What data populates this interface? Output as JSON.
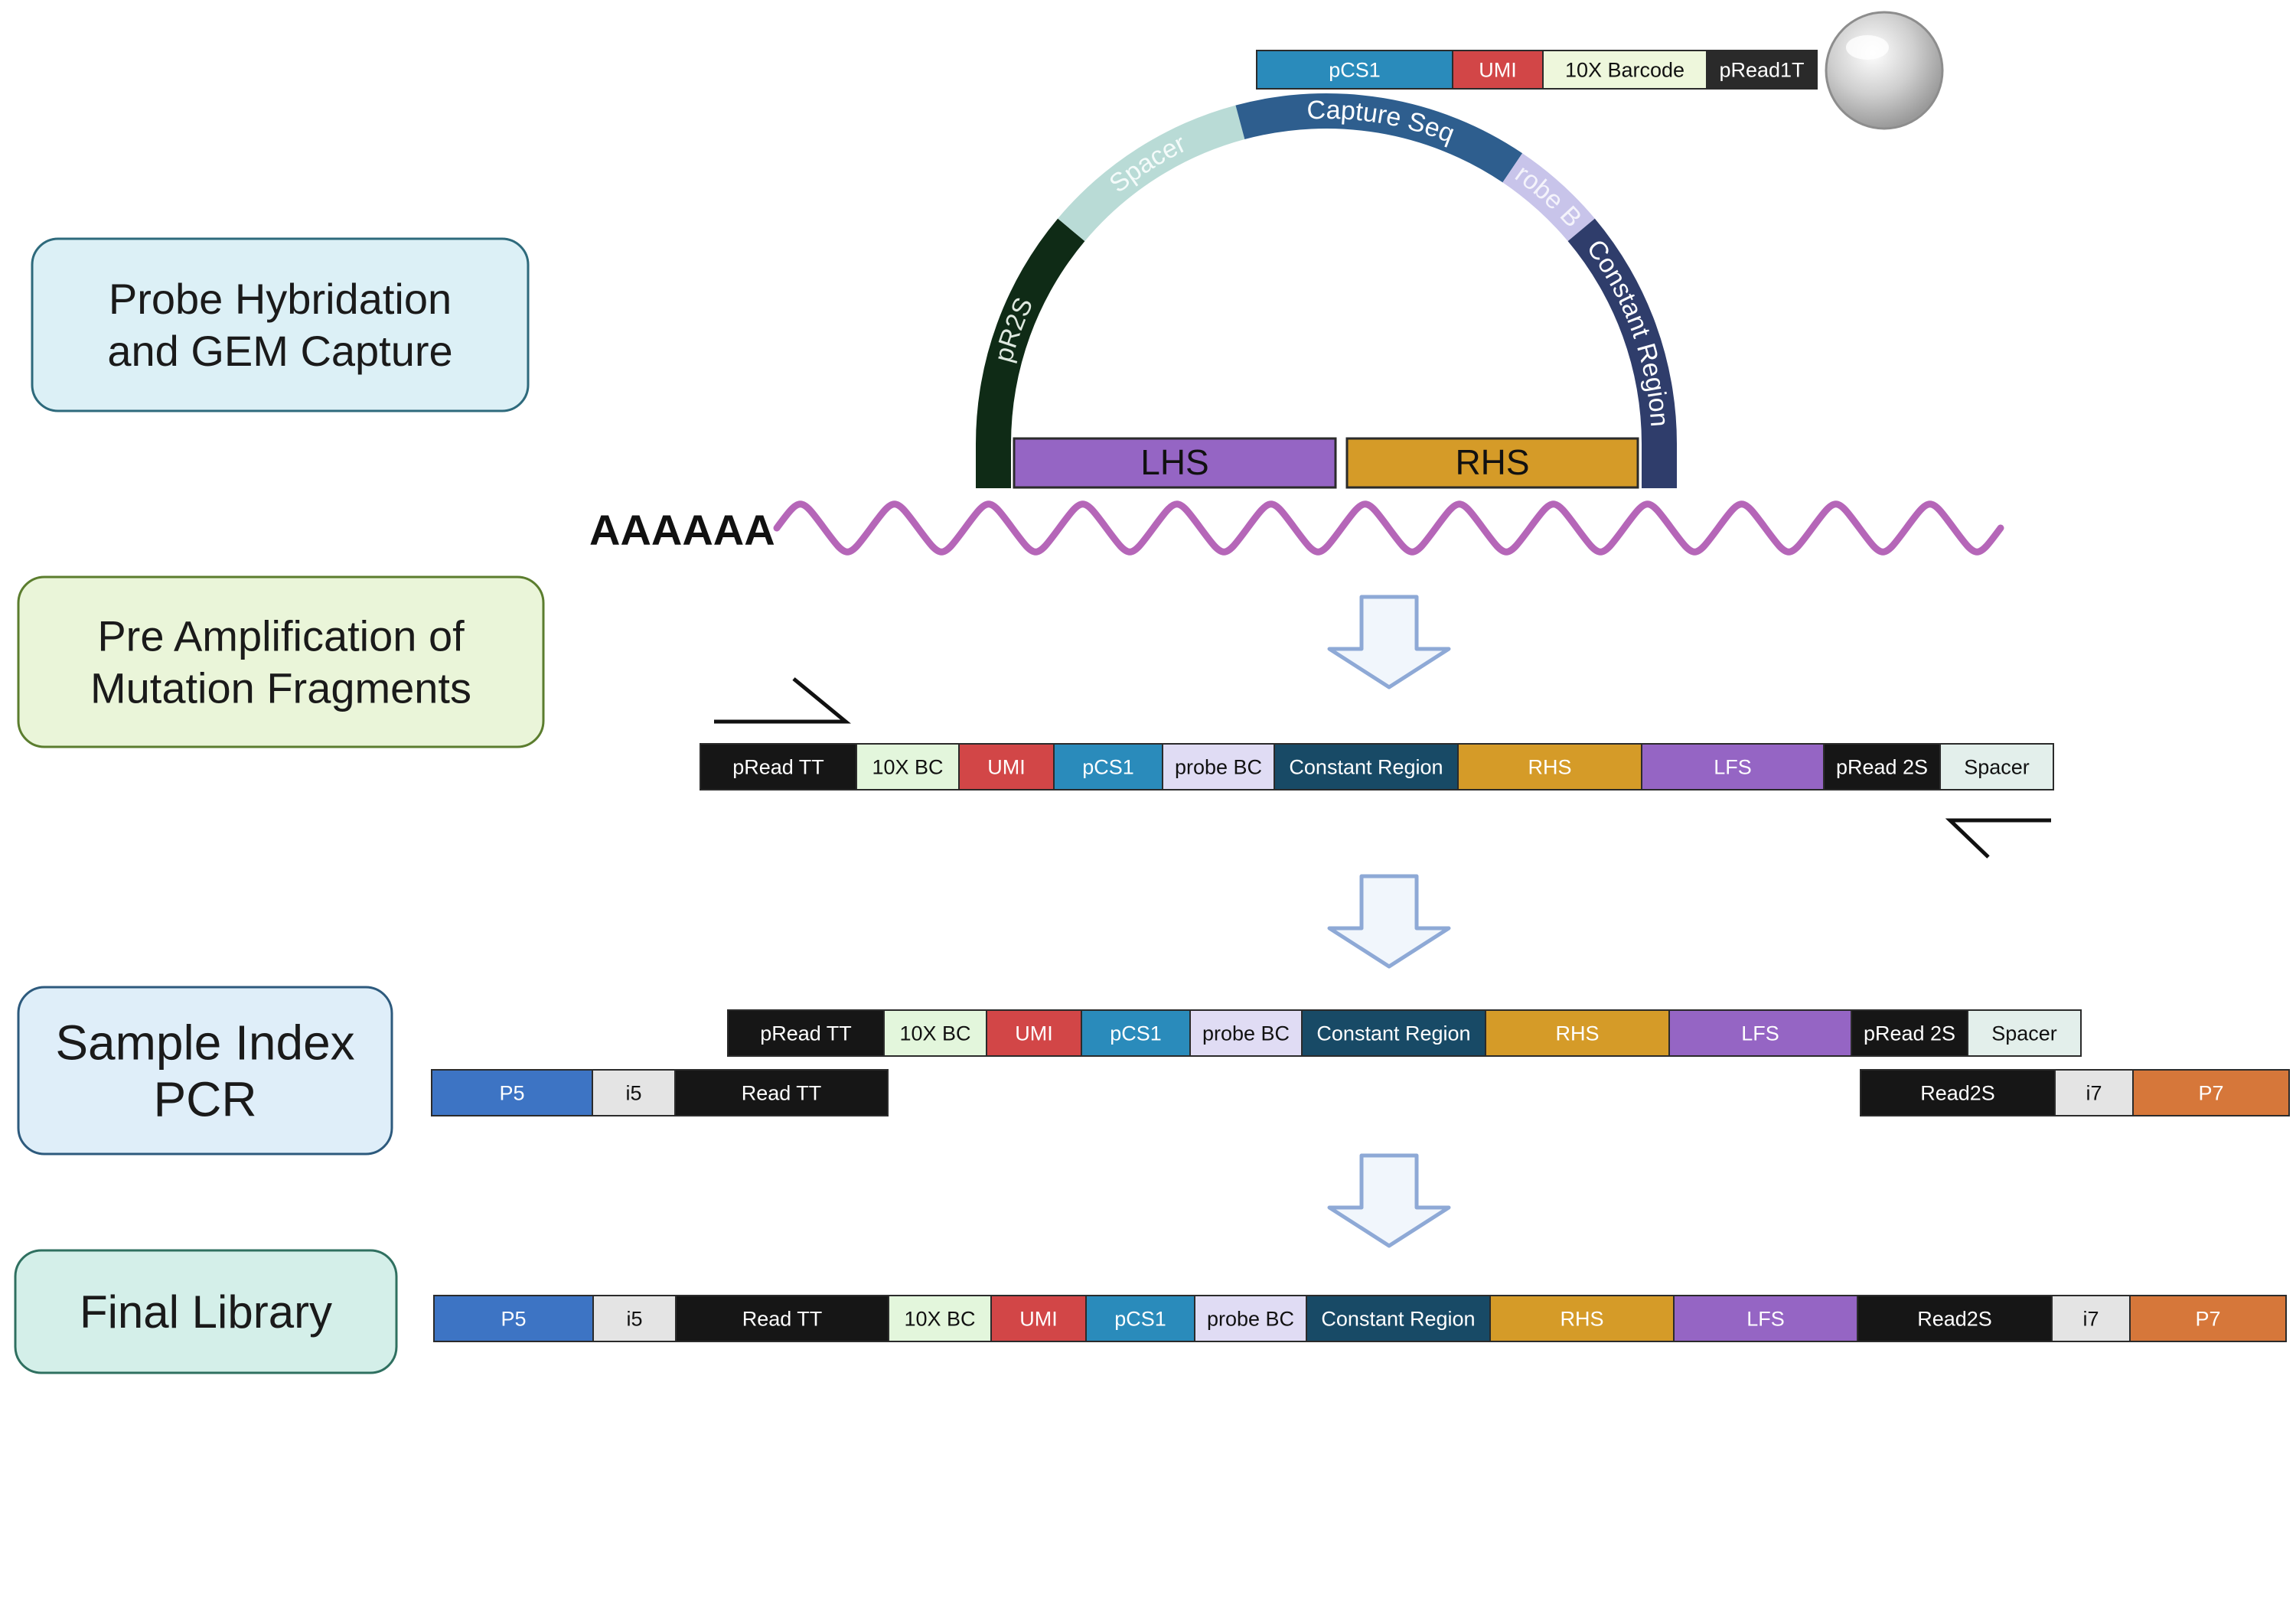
{
  "steps": [
    {
      "label_lines": [
        "Probe Hybridation",
        " and GEM Capture"
      ],
      "fill": "#dcf0f6",
      "stroke": "#2e6a7c"
    },
    {
      "label_lines": [
        "Pre Amplification of",
        "Mutation Fragments"
      ],
      "fill": "#eaf5d9",
      "stroke": "#5b7d2e"
    },
    {
      "label_lines": [
        "Sample Index",
        "PCR"
      ],
      "fill": "#dfeef9",
      "stroke": "#2d5a7d"
    },
    {
      "label_lines": [
        "Final Library"
      ],
      "fill": "#d4efe9",
      "stroke": "#2f7060"
    }
  ],
  "bead_oligo": [
    {
      "label": "pCS1",
      "color": "#2a8bbb",
      "text_color": "#ffffff"
    },
    {
      "label": "UMI",
      "color": "#d24647",
      "text_color": "#ffffff"
    },
    {
      "label": "10X Barcode",
      "color": "#eef7dc",
      "text_color": "#111111"
    },
    {
      "label": "pRead1T",
      "color": "#2a2a2a",
      "text_color": "#ffffff"
    }
  ],
  "probe_arc": [
    {
      "label": "pR2S",
      "color": "#0f2b16",
      "text_color": "#dfe9e0"
    },
    {
      "label": "Spacer",
      "color": "#b9dbd6",
      "text_color": "#f4fbfa"
    },
    {
      "label": "Capture Seq",
      "color": "#2e5e8e",
      "text_color": "#ffffff"
    },
    {
      "label": "Probe BC",
      "color": "#c8c4ea",
      "text_color": "#f4f3fb"
    },
    {
      "label": "Constant Region",
      "color": "#2f3d6b",
      "text_color": "#ffffff"
    }
  ],
  "hybrid": {
    "lhs": {
      "label": "LHS",
      "color": "#9565c4",
      "text_color": "#111111"
    },
    "rhs": {
      "label": "RHS",
      "color": "#d59b28",
      "text_color": "#111111"
    },
    "polya": "AAAAAA",
    "mrna_color": "#b566b8"
  },
  "preamp_construct": [
    {
      "label": "pRead TT",
      "color": "#161616",
      "text_color": "#ffffff"
    },
    {
      "label": "10X BC",
      "color": "#e3f6dc",
      "text_color": "#111111"
    },
    {
      "label": "UMI",
      "color": "#d24647",
      "text_color": "#ffffff"
    },
    {
      "label": "pCS1",
      "color": "#2a8bbb",
      "text_color": "#ffffff"
    },
    {
      "label": "probe BC",
      "color": "#e0dcf4",
      "text_color": "#111111"
    },
    {
      "label": "Constant Region",
      "color": "#184a66",
      "text_color": "#ffffff"
    },
    {
      "label": "RHS",
      "color": "#d59b28",
      "text_color": "#ffffff"
    },
    {
      "label": "LFS",
      "color": "#9565c4",
      "text_color": "#ffffff"
    },
    {
      "label": "pRead 2S",
      "color": "#161616",
      "text_color": "#ffffff"
    },
    {
      "label": "Spacer",
      "color": "#e3efeb",
      "text_color": "#111111"
    }
  ],
  "pcr_construct": [
    {
      "label": "pRead TT",
      "color": "#161616",
      "text_color": "#ffffff"
    },
    {
      "label": "10X BC",
      "color": "#e3f6dc",
      "text_color": "#111111"
    },
    {
      "label": "UMI",
      "color": "#d24647",
      "text_color": "#ffffff"
    },
    {
      "label": "pCS1",
      "color": "#2a8bbb",
      "text_color": "#ffffff"
    },
    {
      "label": "probe BC",
      "color": "#e0dcf4",
      "text_color": "#111111"
    },
    {
      "label": "Constant Region",
      "color": "#184a66",
      "text_color": "#ffffff"
    },
    {
      "label": "RHS",
      "color": "#d59b28",
      "text_color": "#ffffff"
    },
    {
      "label": "LFS",
      "color": "#9565c4",
      "text_color": "#ffffff"
    },
    {
      "label": "pRead 2S",
      "color": "#161616",
      "text_color": "#ffffff"
    },
    {
      "label": "Spacer",
      "color": "#e3efeb",
      "text_color": "#111111"
    }
  ],
  "pcr_left_primer": [
    {
      "label": "P5",
      "color": "#3d74c4",
      "text_color": "#ffffff"
    },
    {
      "label": "i5",
      "color": "#e4e4e4",
      "text_color": "#111111"
    },
    {
      "label": "Read TT",
      "color": "#161616",
      "text_color": "#ffffff"
    }
  ],
  "pcr_right_primer": [
    {
      "label": "Read2S",
      "color": "#161616",
      "text_color": "#ffffff"
    },
    {
      "label": "i7",
      "color": "#e4e4e4",
      "text_color": "#111111"
    },
    {
      "label": "P7",
      "color": "#d6773a",
      "text_color": "#ffffff"
    }
  ],
  "final_library": [
    {
      "label": "P5",
      "color": "#3d74c4",
      "text_color": "#ffffff"
    },
    {
      "label": "i5",
      "color": "#e4e4e4",
      "text_color": "#111111"
    },
    {
      "label": "Read TT",
      "color": "#161616",
      "text_color": "#ffffff"
    },
    {
      "label": "10X BC",
      "color": "#e3f6dc",
      "text_color": "#111111"
    },
    {
      "label": "UMI",
      "color": "#d24647",
      "text_color": "#ffffff"
    },
    {
      "label": "pCS1",
      "color": "#2a8bbb",
      "text_color": "#ffffff"
    },
    {
      "label": "probe BC",
      "color": "#e0dcf4",
      "text_color": "#111111"
    },
    {
      "label": "Constant Region",
      "color": "#184a66",
      "text_color": "#ffffff"
    },
    {
      "label": "RHS",
      "color": "#d59b28",
      "text_color": "#ffffff"
    },
    {
      "label": "LFS",
      "color": "#9565c4",
      "text_color": "#ffffff"
    },
    {
      "label": "Read2S",
      "color": "#161616",
      "text_color": "#ffffff"
    },
    {
      "label": "i7",
      "color": "#e4e4e4",
      "text_color": "#111111"
    },
    {
      "label": "P7",
      "color": "#d6773a",
      "text_color": "#ffffff"
    }
  ],
  "arrow_color": "#f1f6fc",
  "arrow_stroke": "#8ea9d6"
}
